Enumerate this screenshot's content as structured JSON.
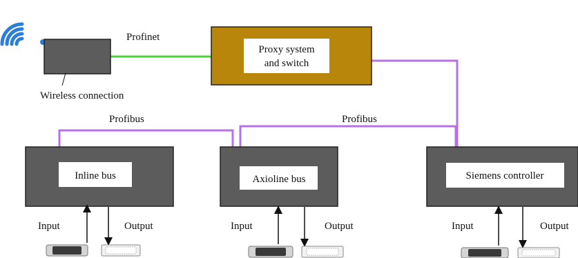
{
  "diagram": {
    "wireless_label": "Wireless connection",
    "profinet_label": "Profinet",
    "profibus_left_label": "Profibus",
    "profibus_right_label": "Profibus",
    "proxy_line1": "Proxy system",
    "proxy_line2": "and switch",
    "inline_label": "Inline bus",
    "axioline_label": "Axioline bus",
    "siemens_label": "Siemens controller",
    "input_label": "Input",
    "output_label": "Output",
    "icons": {
      "wireless": "wifi-signal-icon",
      "input_connector": "db25-male-connector-icon",
      "output_connector": "db25-female-connector-icon"
    },
    "colors": {
      "device_fill": "#5c5c5c",
      "proxy_fill": "#b8860b",
      "profinet_line": "#4cd13a",
      "profibus_line": "#b870e8",
      "wifi": "#2a7fdc"
    }
  }
}
